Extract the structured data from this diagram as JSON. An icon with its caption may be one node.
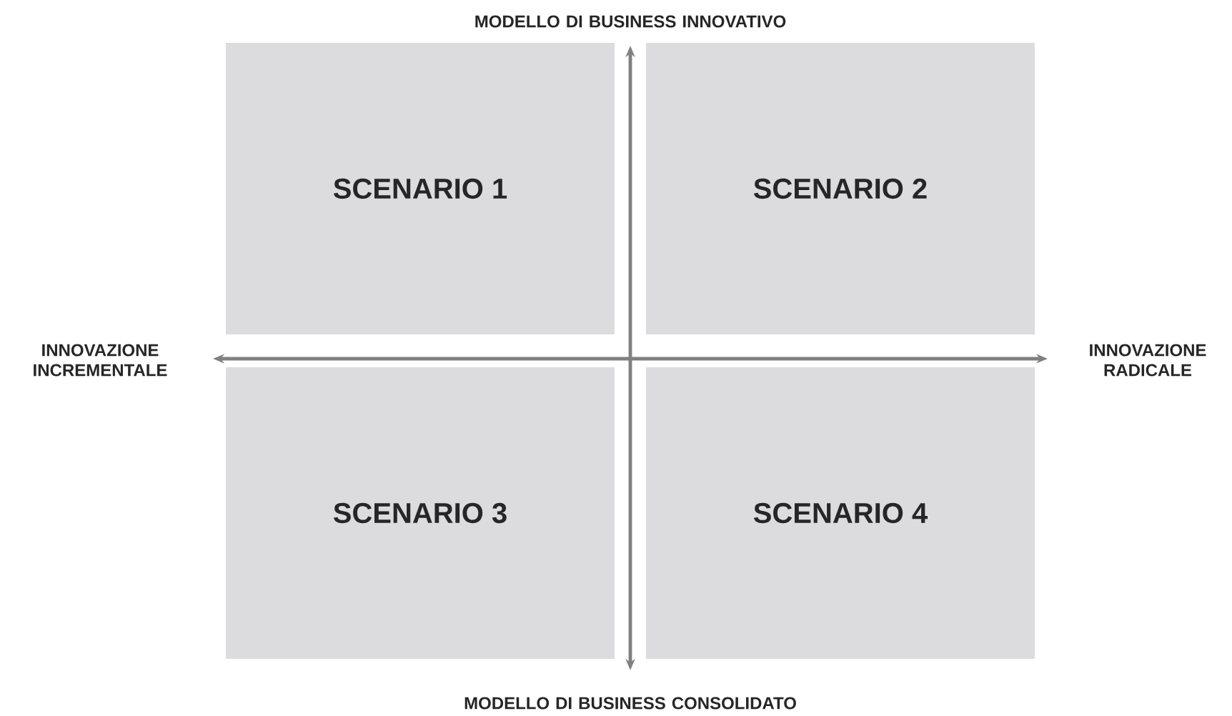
{
  "diagram": {
    "nodes": [
      {
        "text": [
          "SCENARIO 1"
        ]
      },
      {
        "text": [
          "SCENARIO 2"
        ]
      },
      {
        "text": [
          "SCENARIO 3"
        ]
      },
      {
        "text": [
          "SCENARIO 4"
        ]
      }
    ],
    "labels": [
      "MODELLO DI BUSINESS INNOVATIVO",
      "INNOVAZIONE INCREMENTALE",
      "INNOVAZIONE RADICALE",
      "MODELLO DI BUSINESS CONSOLIDATO"
    ]
  }
}
